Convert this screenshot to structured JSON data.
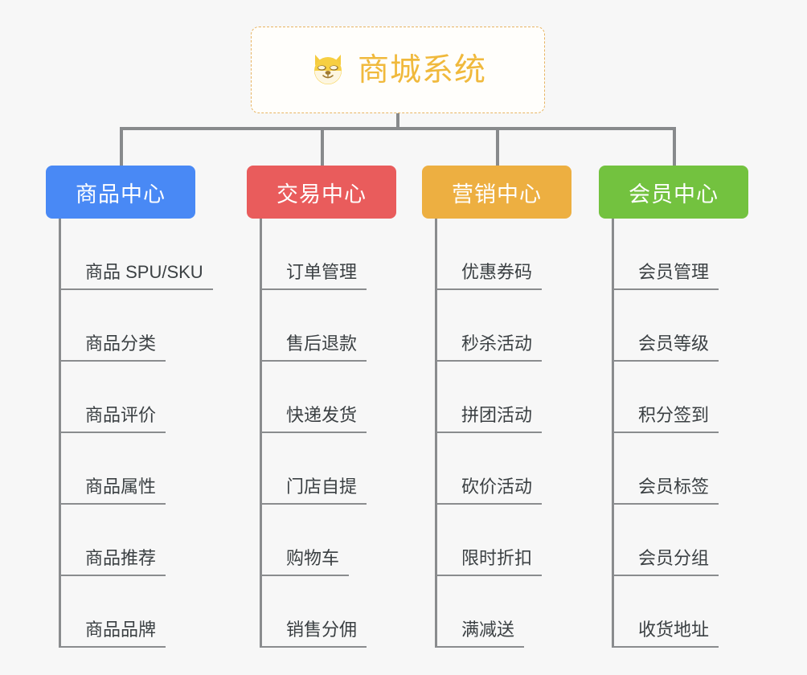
{
  "root": {
    "title": "商城系统",
    "icon": "shiba-dog-face-icon",
    "border_color": "#e8b563",
    "text_color": "#f0b93c",
    "background": "#fffefb"
  },
  "canvas": {
    "background": "#f7f7f7",
    "line_color": "#888a8c"
  },
  "columns": [
    {
      "id": "product-center",
      "label": "商品中心",
      "color": "#4989f5",
      "items": [
        "商品 SPU/SKU",
        "商品分类",
        "商品评价",
        "商品属性",
        "商品推荐",
        "商品品牌"
      ]
    },
    {
      "id": "trade-center",
      "label": "交易中心",
      "color": "#e95c5c",
      "items": [
        "订单管理",
        "售后退款",
        "快递发货",
        "门店自提",
        "购物车",
        "销售分佣"
      ]
    },
    {
      "id": "marketing-center",
      "label": "营销中心",
      "color": "#edaf41",
      "items": [
        "优惠券码",
        "秒杀活动",
        "拼团活动",
        "砍价活动",
        "限时折扣",
        "满减送"
      ]
    },
    {
      "id": "member-center",
      "label": "会员中心",
      "color": "#73c23f",
      "items": [
        "会员管理",
        "会员等级",
        "积分签到",
        "会员标签",
        "会员分组",
        "收货地址"
      ]
    }
  ]
}
